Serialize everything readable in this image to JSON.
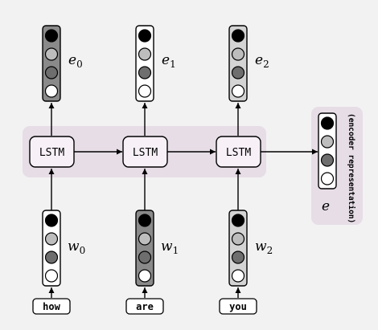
{
  "lstm_label": "LSTM",
  "words": [
    "how",
    "are",
    "you"
  ],
  "embeddings": [
    {
      "base": "w",
      "sub": "0"
    },
    {
      "base": "w",
      "sub": "1"
    },
    {
      "base": "w",
      "sub": "2"
    }
  ],
  "outputs": [
    {
      "base": "e",
      "sub": "0"
    },
    {
      "base": "e",
      "sub": "1"
    },
    {
      "base": "e",
      "sub": "2"
    }
  ],
  "encoder": {
    "label": "(encoder representation)",
    "symbol": "e"
  },
  "colors": {
    "background": "#f2f2f2",
    "band": "#e6dde6",
    "lstm_fill": "#f7f1f7",
    "circle_black": "#000000",
    "circle_light": "#bdbdbd",
    "circle_dark": "#6e6e6e",
    "circle_white": "#ffffff",
    "vector_fill_dark": "#8a8a8a",
    "vector_fill_light": "#d4d4d4",
    "vector_fill_white": "#ffffff"
  },
  "vector_fills": {
    "outputs": [
      "dark",
      "white",
      "light"
    ],
    "embeddings": [
      "white",
      "dark",
      "light"
    ],
    "encoder": "white"
  }
}
